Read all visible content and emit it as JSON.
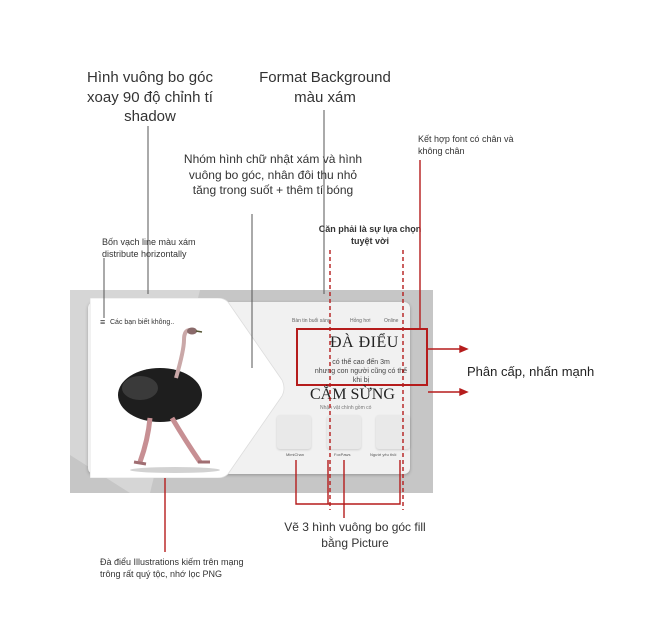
{
  "annotations": {
    "rounded_square": "Hình vuông bo góc xoay 90 độ chỉnh tí shadow",
    "format_bg": "Format Background màu xám",
    "group_rects": "Nhóm hình chữ nhật xám và hình vuông bo góc, nhân đôi thu nhỏ tăng trong suốt + thêm tí bóng",
    "font_combo": "Kết hợp font có chân và không chân",
    "four_lines": "Bốn vạch line màu xám distribute horizontally",
    "alignment": "Căn phải là sự lựa chọn tuyệt vời",
    "hierarchy": "Phân cấp, nhấn mạnh",
    "three_squares": "Vẽ 3 hình vuông bo góc fill bằng Picture",
    "ostrich_note": "Đà điểu Illustrations kiếm trên mạng trông rất quý tộc, nhớ lọc PNG"
  },
  "slide": {
    "title": "Các bạn biết không..",
    "nav": [
      "Bàn tin buổi sáng",
      "Hỏng hơi",
      "Online"
    ],
    "heading": "ĐÀ ĐIỂU",
    "sub_lines": [
      "có thể cao đến 3m",
      "nhưng con người cũng có thể",
      "khi bị"
    ],
    "heading2": "CẮM SỪNG",
    "caption": "Nhận vật chính gồm có",
    "thumb_labels": [
      "MimiChan",
      "FoxPaws",
      "Người yêu thôi"
    ]
  },
  "colors": {
    "accent_red": "#b51c1c",
    "slide_grey": "#d6d6d6",
    "card": "#f1f1f1"
  }
}
